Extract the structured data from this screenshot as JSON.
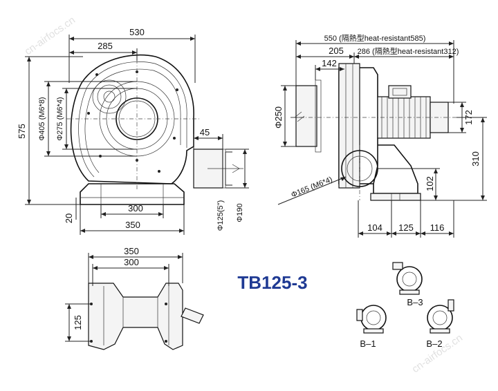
{
  "model": "TB125-3",
  "front_view": {
    "width_overall": "530",
    "width_inlet": "285",
    "height_overall": "575",
    "dia_flange_outer": "Φ405 (M6*8)",
    "dia_flange_inner": "Φ275 (M6*4)",
    "outlet_length": "45",
    "base_width": "300",
    "base_span": "350",
    "base_height": "20",
    "dia_outlet": "Φ125(5\")",
    "dia_outlet_flange": "Φ190"
  },
  "side_view": {
    "length_total": "550 (隔熱型heat-resistant585)",
    "length_motor": "286 (隔熱型heat-resistant312)",
    "length_front": "205",
    "length_inlet": "142",
    "dia_inlet": "Φ250",
    "height_motor": "172",
    "height_axis": "310",
    "height_outlet": "102",
    "dia_outlet_flange": "Φ165 (M6*4)",
    "base_left": "104",
    "base_mid": "125",
    "base_right": "116"
  },
  "base_view": {
    "width_overall": "350",
    "width_inner": "300",
    "depth": "125"
  },
  "orientations": [
    "B–3",
    "B–1",
    "B–2"
  ],
  "watermark": "cn-airfocs.cn"
}
